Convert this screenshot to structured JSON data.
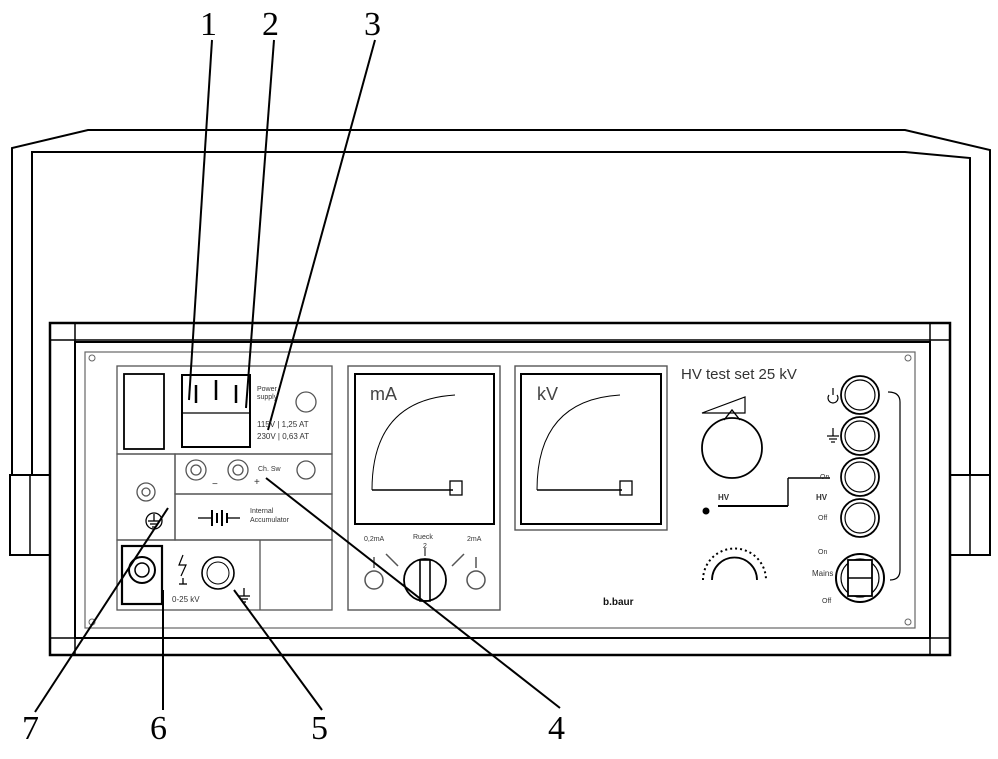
{
  "callouts": [
    "1",
    "2",
    "3",
    "4",
    "5",
    "6",
    "7"
  ],
  "panel": {
    "title": "HV test set 25 kV",
    "brand": "b.baur"
  },
  "power_supply": {
    "label_line1": "Power",
    "label_line2": "supply",
    "fuse_line1": "115V | 1,25 AT",
    "fuse_line2": "230V | 0,63 AT"
  },
  "battery": {
    "charge_label": "Ch. Sw",
    "minus_sign": "−",
    "plus_sign": "+",
    "accu_line1": "Internal",
    "accu_line2": "Accumulator"
  },
  "hv_output": {
    "voltage_label": "0-25 kV"
  },
  "meters": {
    "current_unit": "mA",
    "voltage_unit": "kV"
  },
  "range_switch": {
    "left": "0,2mA",
    "center_top": "Rueck",
    "center": "2",
    "right": "2mA"
  },
  "controls": {
    "hv_label": "HV",
    "on_label": "On",
    "hv_label_2": "HV",
    "off_label": "Off",
    "key_on": "On",
    "key_label": "Mains",
    "key_off": "Off"
  }
}
